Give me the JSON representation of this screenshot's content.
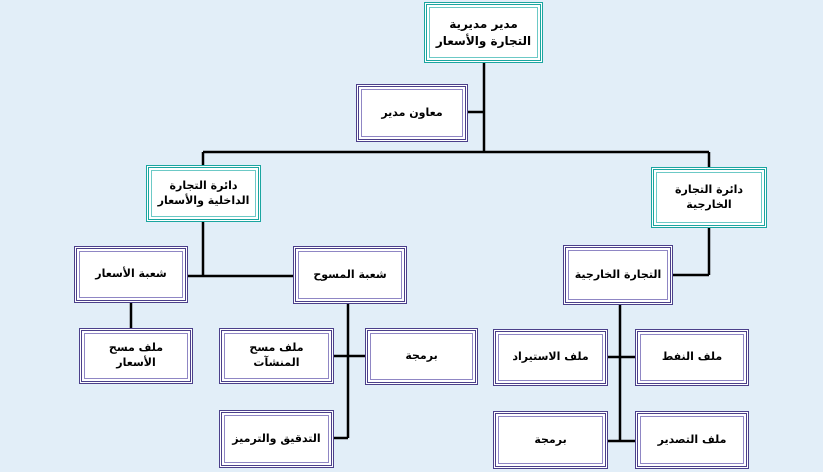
{
  "colors": {
    "background": "#e2eef8",
    "line": "#000000",
    "border_purple": "#4b3f8a",
    "border_teal": "#1aa5a0"
  },
  "org": {
    "root": "مدير مديرية التجارة والأسعار",
    "assistant": "معاون مدير",
    "internal_dept": "دائرة التجارة الداخلية والأسعار",
    "foreign_dept": "دائرة التجارة الخارجية",
    "prices_division": "شعبة الأسعار",
    "surveys_division": "شعبة المسوح",
    "foreign_trade": "التجارة الخارجية",
    "price_survey_file": "ملف مسح الأسعار",
    "facility_survey_file": "ملف مسح المنشآت",
    "programming_internal": "برمجة",
    "audit_coding": "التدقيق والترميز",
    "import_file": "ملف الاستيراد",
    "oil_file": "ملف النفط",
    "programming_foreign": "برمجة",
    "export_file": "ملف التصدير"
  }
}
